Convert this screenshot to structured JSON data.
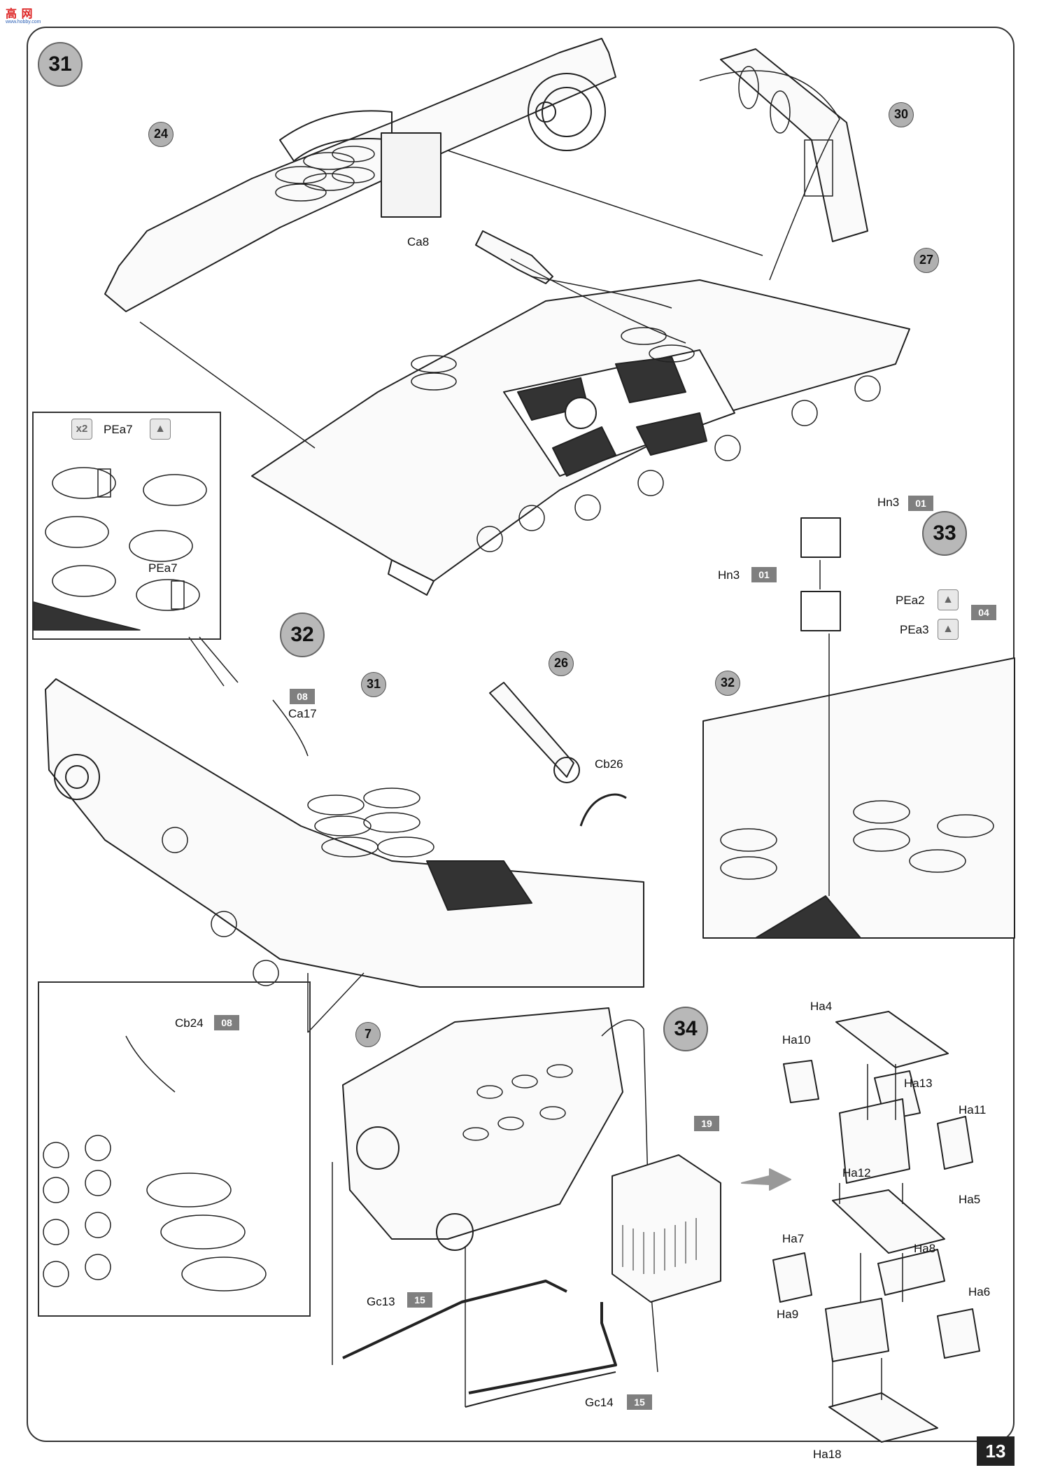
{
  "logo": {
    "line1": "高 网",
    "line2": "www.hobby.com"
  },
  "page_number": "13",
  "steps": {
    "s31": "31",
    "s32": "32",
    "s33": "33",
    "s34": "34"
  },
  "refs": {
    "r24": "24",
    "r30": "30",
    "r27": "27",
    "r31": "31",
    "r26": "26",
    "r32": "32",
    "r7": "7"
  },
  "labels": {
    "ca8": "Ca8",
    "pea7a": "PEa7",
    "pea7b": "PEa7",
    "x2": "x2",
    "ca17": "Ca17",
    "cb26": "Cb26",
    "cb24": "Cb24",
    "hn3a": "Hn3",
    "hn3b": "Hn3",
    "pea2": "PEa2",
    "pea3": "PEa3",
    "gc13": "Gc13",
    "gc14": "Gc14",
    "ha4": "Ha4",
    "ha10": "Ha10",
    "ha13": "Ha13",
    "ha11": "Ha11",
    "ha12": "Ha12",
    "ha5": "Ha5",
    "ha7": "Ha7",
    "ha8": "Ha8",
    "ha6": "Ha6",
    "ha9": "Ha9",
    "ha18": "Ha18"
  },
  "sprue_tags": {
    "t08a": "08",
    "t08b": "08",
    "t01a": "01",
    "t01b": "01",
    "t04": "04",
    "t19": "19",
    "t15a": "15",
    "t15b": "15"
  },
  "icons": {
    "photo_etch": "photo-etch-icon",
    "multiply": "multiply-icon"
  }
}
